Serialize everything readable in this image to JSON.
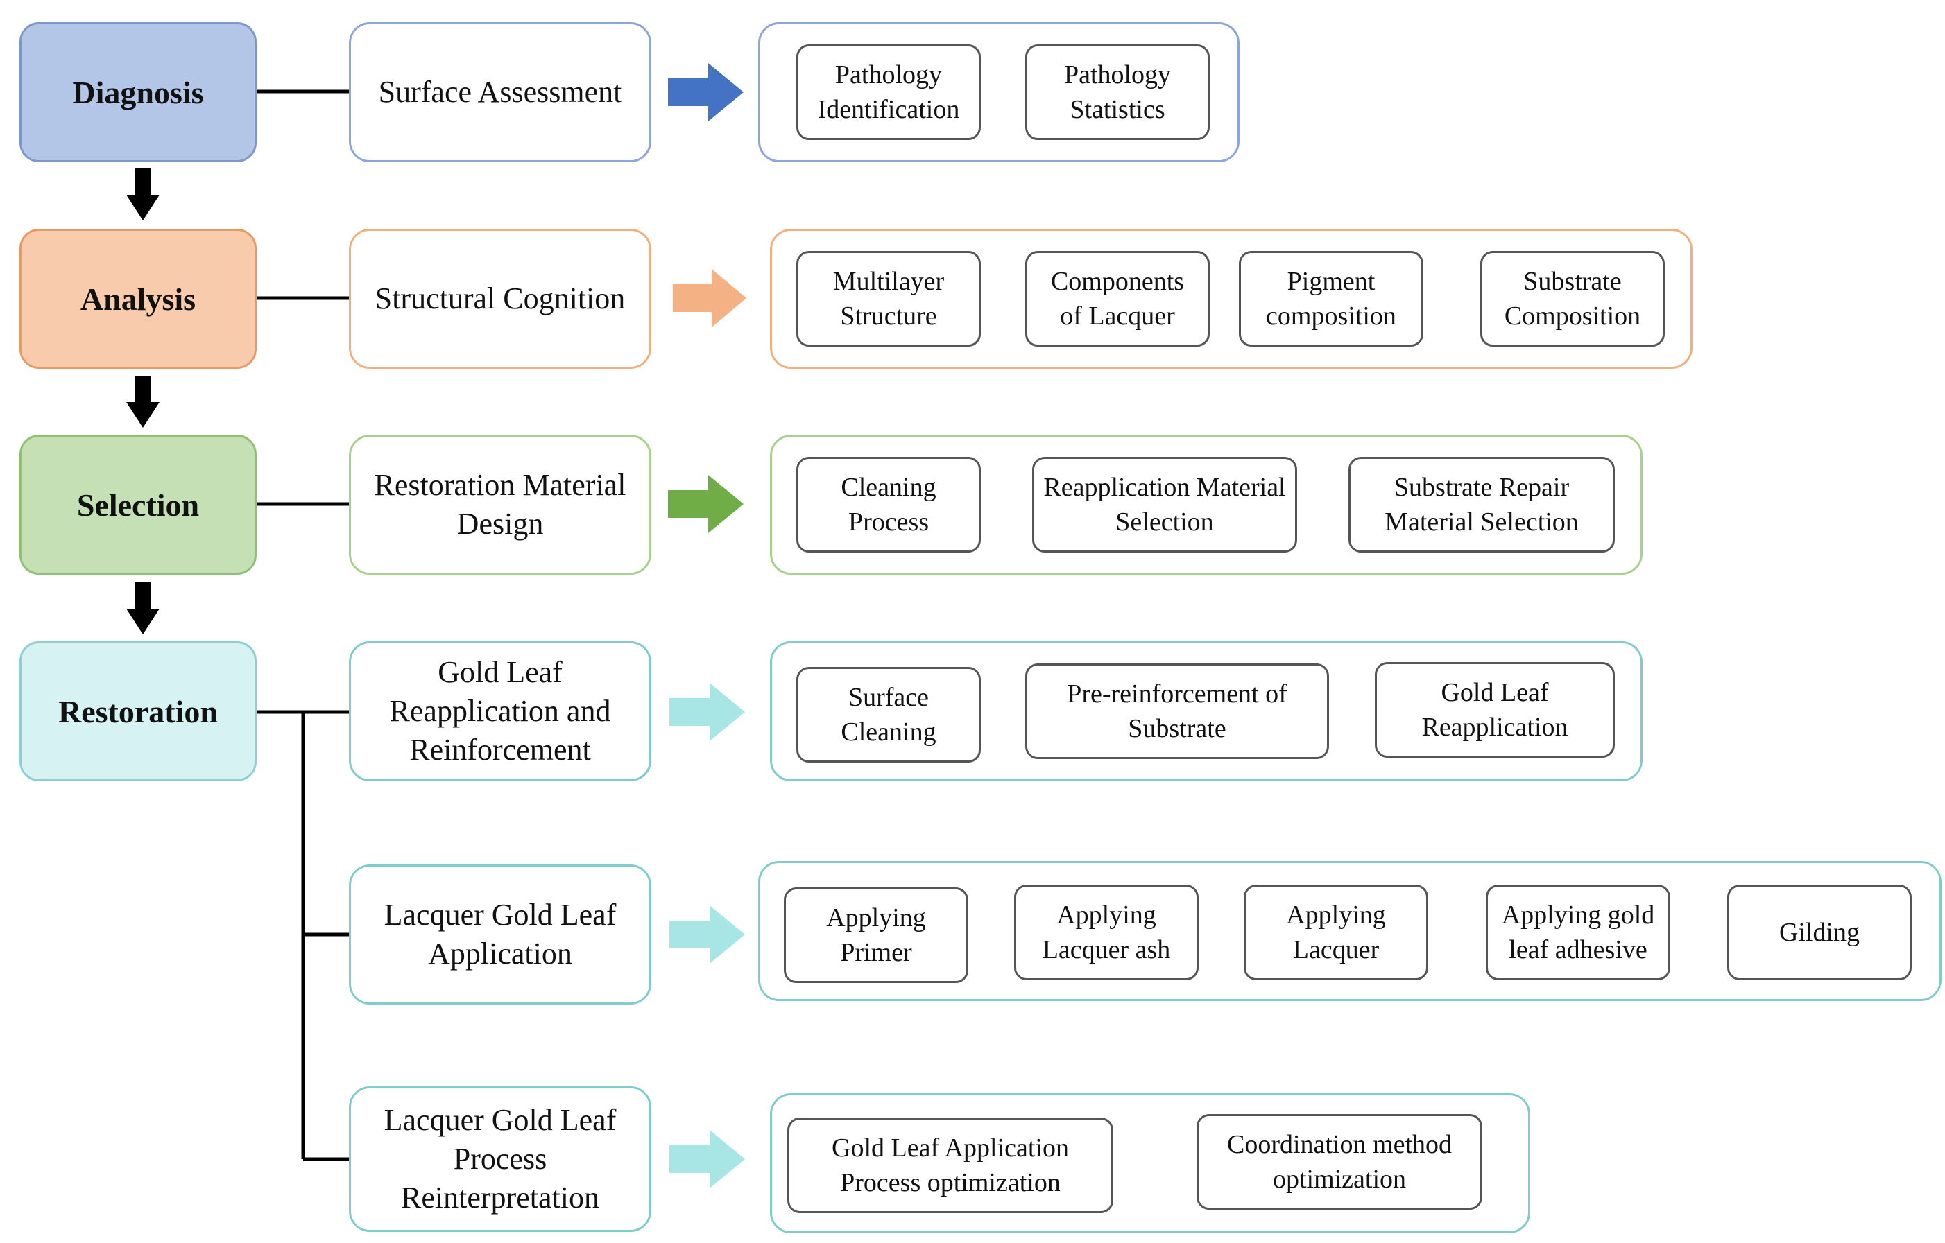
{
  "stages": [
    "Diagnosis",
    "Analysis",
    "Selection",
    "Restoration"
  ],
  "steps": [
    "Surface Assessment",
    "Structural Cognition",
    "Restoration Material\nDesign",
    "Gold Leaf\nReapplication and\nReinforcement",
    "Lacquer Gold Leaf\nApplication",
    "Lacquer Gold Leaf\nProcess\nReinterpretation"
  ],
  "groups": [
    [
      "Pathology\nIdentification",
      "Pathology\nStatistics"
    ],
    [
      "Multilayer\nStructure",
      "Components\nof Lacquer",
      "Pigment\ncomposition",
      "Substrate\nComposition"
    ],
    [
      "Cleaning\nProcess",
      "Reapplication Material\nSelection",
      "Substrate Repair\nMaterial Selection"
    ],
    [
      "Surface\nCleaning",
      "Pre-reinforcement of\nSubstrate",
      "Gold Leaf\nReapplication"
    ],
    [
      "Applying\nPrimer",
      "Applying\nLacquer ash",
      "Applying\nLacquer",
      "Applying gold\nleaf adhesive",
      "Gilding"
    ],
    [
      "Gold Leaf Application\nProcess optimization",
      "Coordination method\noptimization"
    ]
  ],
  "colors": {
    "blue_arrow": "#4472c4",
    "orange_arrow": "#f4b183",
    "green_arrow": "#70ad47",
    "cyan_arrow": "#a8e6e6",
    "connector": "#000000"
  }
}
